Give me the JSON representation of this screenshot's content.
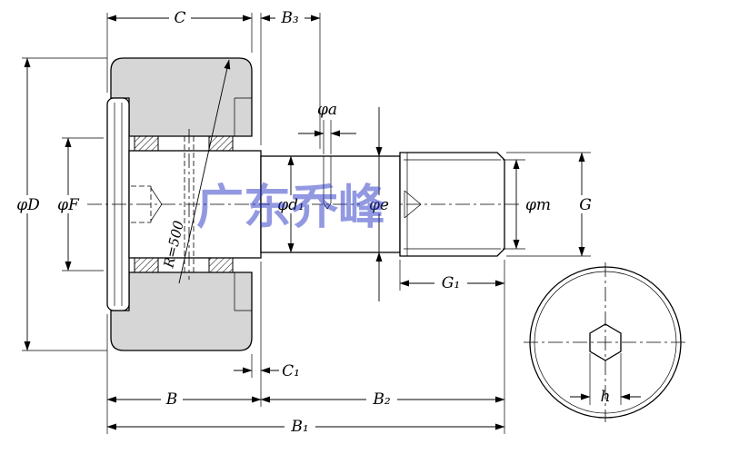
{
  "watermark": {
    "text": "广东乔峰",
    "color": "#2735c5"
  },
  "dimensions": {
    "C": "C",
    "B3": "B₃",
    "phi_D": "φD",
    "phi_F": "φF",
    "phi_a": "φa",
    "phi_d1": "φd₁",
    "phi_e": "φe",
    "phi_m": "φm",
    "G": "G",
    "G1": "G₁",
    "C1": "C₁",
    "B": "B",
    "B2": "B₂",
    "B1": "B₁",
    "R": "R=500",
    "h": "h"
  },
  "colors": {
    "line": "#000000",
    "section_fill": "#d6d6d6",
    "background": "#ffffff"
  }
}
